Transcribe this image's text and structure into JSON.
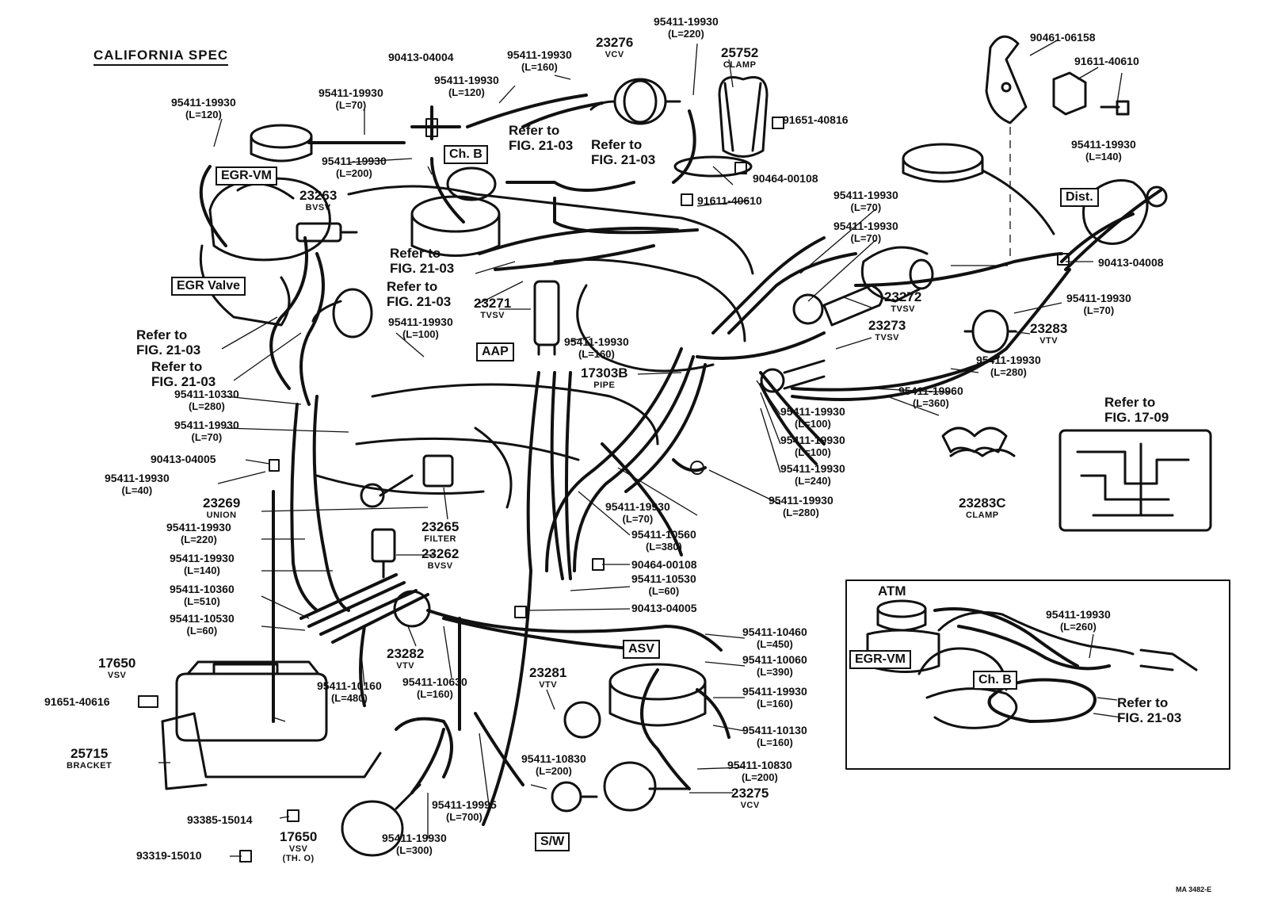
{
  "title": "CALIFORNIA SPEC",
  "atm_title": "ATM",
  "drawing_code": "MA 3482-E",
  "boxed_labels": {
    "egr_vm": "EGR-VM",
    "ch_b": "Ch. B",
    "egr_valve": "EGR Valve",
    "aap": "AAP",
    "dist": "Dist.",
    "asv": "ASV",
    "sw": "S/W",
    "atm_egr_vm": "EGR-VM",
    "atm_ch_b": "Ch. B"
  },
  "refer_labels": {
    "r1": [
      "Refer to",
      "FIG. 21-03"
    ],
    "r2": [
      "Refer to",
      "FIG. 21-03"
    ],
    "r3": [
      "Refer to",
      "FIG. 21-03"
    ],
    "r4": [
      "Refer to",
      "FIG. 21-03"
    ],
    "r5": [
      "Refer to",
      "FIG. 21-03"
    ],
    "r6": [
      "Refer to",
      "FIG. 21-03"
    ],
    "r7": [
      "Refer to",
      "FIG. 17-09"
    ],
    "r8": [
      "Refer to",
      "FIG. 21-03"
    ]
  },
  "parts": {
    "p01": {
      "pn": "95411-19930",
      "sub": "(L=120)"
    },
    "p02": {
      "pn": "95411-19930",
      "sub": "(L=70)"
    },
    "p03": {
      "pn": "90413-04004"
    },
    "p04": {
      "pn": "95411-19930",
      "sub": "(L=160)"
    },
    "p05": {
      "pn": "95411-19930",
      "sub": "(L=120)"
    },
    "p06": {
      "pn": "23276",
      "cap": "VCV"
    },
    "p07": {
      "pn": "95411-19930",
      "sub": "(L=220)"
    },
    "p08": {
      "pn": "25752",
      "cap": "CLAMP"
    },
    "p09": {
      "pn": "90461-06158"
    },
    "p10": {
      "pn": "91611-40610"
    },
    "p11": {
      "pn": "91651-40816"
    },
    "p12": {
      "pn": "95411-19930",
      "sub": "(L=200)"
    },
    "p13": {
      "pn": "90464-00108"
    },
    "p14": {
      "pn": "95411-19930",
      "sub": "(L=140)"
    },
    "p15": {
      "pn": "23263",
      "cap": "BVSV"
    },
    "p16": {
      "pn": "91611-40610"
    },
    "p17": {
      "pn": "95411-19930",
      "sub": "(L=70)"
    },
    "p18": {
      "pn": "95411-19930",
      "sub": "(L=70)"
    },
    "p19": {
      "pn": "90413-04008"
    },
    "p20": {
      "pn": "23271",
      "cap": "TVSV"
    },
    "p21": {
      "pn": "23272",
      "cap": "TVSV"
    },
    "p22": {
      "pn": "95411-19930",
      "sub": "(L=70)"
    },
    "p23": {
      "pn": "95411-19930",
      "sub": "(L=100)"
    },
    "p24": {
      "pn": "95411-19930",
      "sub": "(L=160)"
    },
    "p25": {
      "pn": "23273",
      "cap": "TVSV"
    },
    "p26": {
      "pn": "23283",
      "cap": "VTV"
    },
    "p27": {
      "pn": "17303B",
      "cap": "PIPE"
    },
    "p28": {
      "pn": "95411-19930",
      "sub": "(L=280)"
    },
    "p29": {
      "pn": "95411-10330",
      "sub": "(L=280)"
    },
    "p30": {
      "pn": "95411-19960",
      "sub": "(L=360)"
    },
    "p31": {
      "pn": "95411-19930",
      "sub": "(L=70)"
    },
    "p32": {
      "pn": "95411-19930",
      "sub": "(L=100)"
    },
    "p33": {
      "pn": "95411-19930",
      "sub": "(L=100)"
    },
    "p34": {
      "pn": "90413-04005"
    },
    "p35": {
      "pn": "95411-19930",
      "sub": "(L=40)"
    },
    "p36": {
      "pn": "95411-19930",
      "sub": "(L=240)"
    },
    "p37": {
      "pn": "23283C",
      "cap": "CLAMP"
    },
    "p38": {
      "pn": "23269",
      "cap": "UNION"
    },
    "p39": {
      "pn": "95411-19930",
      "sub": "(L=280)"
    },
    "p40": {
      "pn": "95411-19930",
      "sub": "(L=70)"
    },
    "p41": {
      "pn": "23265",
      "cap": "FILTER"
    },
    "p42": {
      "pn": "95411-19930",
      "sub": "(L=220)"
    },
    "p43": {
      "pn": "95411-10560",
      "sub": "(L=380)"
    },
    "p44": {
      "pn": "23262",
      "cap": "BVSV"
    },
    "p45": {
      "pn": "95411-19930",
      "sub": "(L=140)"
    },
    "p46": {
      "pn": "90464-00108"
    },
    "p47": {
      "pn": "95411-10530",
      "sub": "(L=60)"
    },
    "p48": {
      "pn": "95411-10360",
      "sub": "(L=510)"
    },
    "p49": {
      "pn": "90413-04005"
    },
    "p50": {
      "pn": "95411-10530",
      "sub": "(L=60)"
    },
    "p51": {
      "pn": "95411-10460",
      "sub": "(L=450)"
    },
    "p52": {
      "pn": "23282",
      "cap": "VTV"
    },
    "p53": {
      "pn": "17650",
      "cap": "VSV"
    },
    "p54": {
      "pn": "95411-10060",
      "sub": "(L=390)"
    },
    "p55": {
      "pn": "95411-10160",
      "sub": "(L=480)"
    },
    "p56": {
      "pn": "95411-10630",
      "sub": "(L=160)"
    },
    "p57": {
      "pn": "23281",
      "cap": "VTV"
    },
    "p58": {
      "pn": "95411-19930",
      "sub": "(L=160)"
    },
    "p59": {
      "pn": "91651-40616"
    },
    "p60": {
      "pn": "95411-10130",
      "sub": "(L=160)"
    },
    "p61": {
      "pn": "25715",
      "cap": "BRACKET"
    },
    "p62": {
      "pn": "95411-10830",
      "sub": "(L=200)"
    },
    "p63": {
      "pn": "95411-10830",
      "sub": "(L=200)"
    },
    "p64": {
      "pn": "23275",
      "cap": "VCV"
    },
    "p65": {
      "pn": "95411-19995",
      "sub": "(L=700)"
    },
    "p66": {
      "pn": "93385-15014"
    },
    "p67": {
      "pn": "17650",
      "cap": "VSV",
      "cap2": "(TH. O)"
    },
    "p68": {
      "pn": "95411-19930",
      "sub": "(L=300)"
    },
    "p69": {
      "pn": "93319-15010"
    },
    "p70": {
      "pn": "95411-19930",
      "sub": "(L=260)"
    }
  }
}
